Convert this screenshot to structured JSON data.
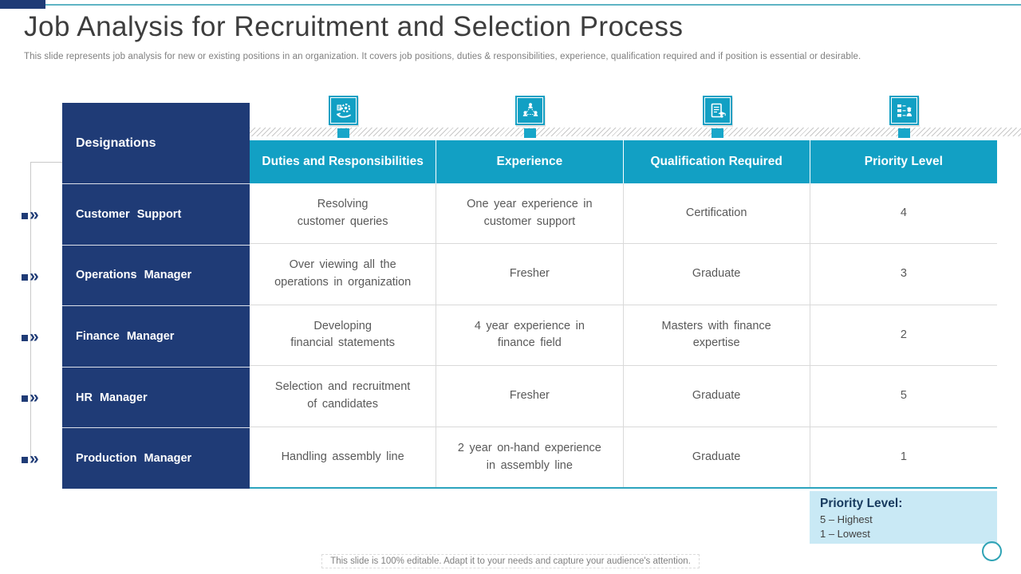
{
  "slide": {
    "title": "Job Analysis for Recruitment and Selection Process",
    "subtitle": "This slide represents job analysis for new or existing positions in an organization. It covers job positions, duties & responsibilities, experience, qualification required and if position is essential or desirable.",
    "footer": "This slide is 100% editable. Adapt it to your needs and capture your audience's attention."
  },
  "colors": {
    "dark_blue": "#1f3b76",
    "teal": "#12a0c4",
    "legend_bg": "#c9e9f5",
    "body_text": "#595959"
  },
  "icons": [
    {
      "name": "gear-hand-icon",
      "meaning": "duties and responsibilities"
    },
    {
      "name": "team-network-icon",
      "meaning": "experience"
    },
    {
      "name": "certificate-graduation-icon",
      "meaning": "qualification required"
    },
    {
      "name": "priority-list-person-icon",
      "meaning": "priority level"
    }
  ],
  "table": {
    "designations_header": "Designations",
    "columns": [
      {
        "label": "Duties and Responsibilities"
      },
      {
        "label": "Experience"
      },
      {
        "label": "Qualification Required"
      },
      {
        "label": "Priority Level"
      }
    ],
    "rows": [
      {
        "designation": "Customer Support",
        "duties": "Resolving\ncustomer queries",
        "experience": "One year experience in\ncustomer support",
        "qualification": "Certification",
        "priority": "4"
      },
      {
        "designation": "Operations Manager",
        "duties": "Over viewing all the\noperations in organization",
        "experience": "Fresher",
        "qualification": "Graduate",
        "priority": "3"
      },
      {
        "designation": "Finance Manager",
        "duties": "Developing\nfinancial statements",
        "experience": "4 year experience in\nfinance field",
        "qualification": "Masters with finance\nexpertise",
        "priority": "2"
      },
      {
        "designation": "HR Manager",
        "duties": "Selection and recruitment\nof candidates",
        "experience": "Fresher",
        "qualification": "Graduate",
        "priority": "5"
      },
      {
        "designation": "Production Manager",
        "duties": "Handling assembly line",
        "experience": "2 year on-hand experience\nin assembly line",
        "qualification": "Graduate",
        "priority": "1"
      }
    ]
  },
  "legend": {
    "title": "Priority Level:",
    "lines": [
      "5 – Highest",
      "1 – Lowest"
    ]
  }
}
